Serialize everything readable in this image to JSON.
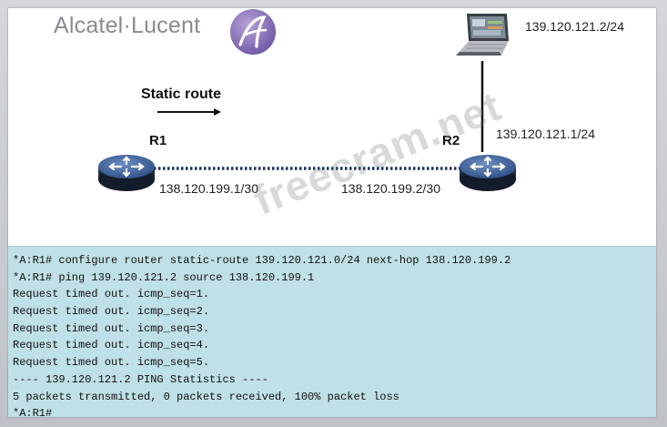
{
  "brand": {
    "name": "Alcatel·Lucent"
  },
  "diagram": {
    "static_route_label": "Static route",
    "routers": [
      {
        "name": "R1",
        "interface_ip": "138.120.199.1/30"
      },
      {
        "name": "R2",
        "interface_ip": "138.120.199.2/30",
        "lan_ip": "139.120.121.1/24"
      }
    ],
    "laptop": {
      "ip": "139.120.121.2/24"
    }
  },
  "terminal": {
    "lines": [
      "*A:R1# configure router static-route 139.120.121.0/24 next-hop 138.120.199.2",
      "*A:R1# ping 139.120.121.2 source 138.120.199.1",
      "Request timed out. icmp_seq=1.",
      "Request timed out. icmp_seq=2.",
      "Request timed out. icmp_seq=3.",
      "Request timed out. icmp_seq=4.",
      "Request timed out. icmp_seq=5.",
      "---- 139.120.121.2 PING Statistics ----",
      "5 packets transmitted, 0 packets received, 100% packet loss",
      "*A:R1#"
    ]
  },
  "watermark": "freecram.net",
  "colors": {
    "terminal_bg": "#bfe0e6",
    "logo_purple": "#8b72b8"
  }
}
